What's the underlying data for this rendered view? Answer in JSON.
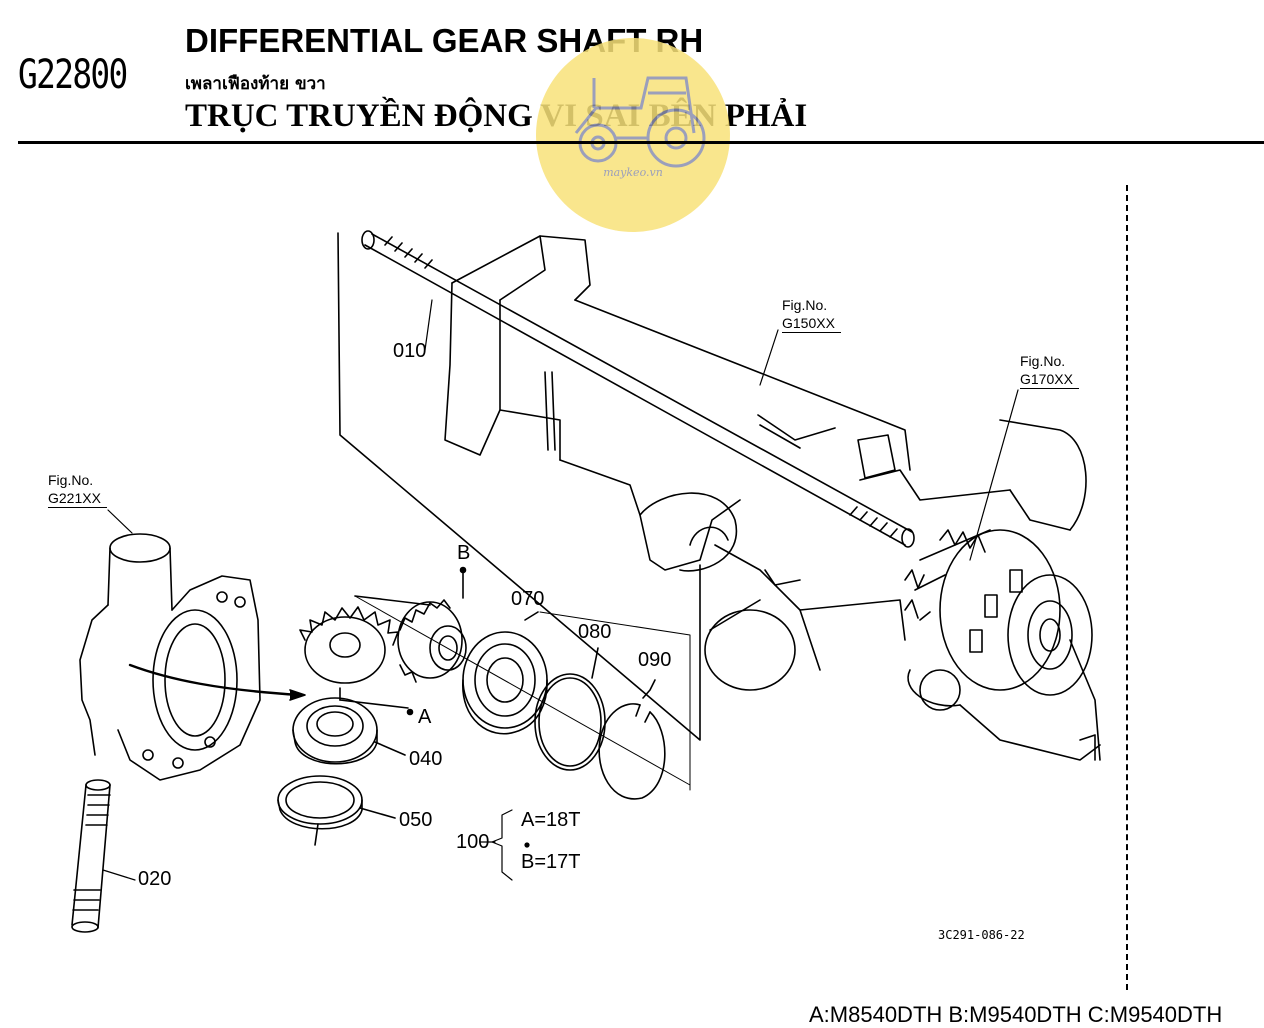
{
  "header": {
    "code": "G22800",
    "title_en": "DIFFERENTIAL GEAR SHAFT RH",
    "title_th": "เพลาเฟืองท้าย ขวา",
    "title_vi": "TRỤC TRUYỀN ĐỘNG VI SAI BÊN PHẢI"
  },
  "watermark": {
    "text": "maykeo.vn",
    "icon": "tractor-icon",
    "color": "#f8e27a"
  },
  "figure_refs": [
    {
      "label": "Fig.No.",
      "code": "G150XX"
    },
    {
      "label": "Fig.No.",
      "code": "G170XX"
    },
    {
      "label": "Fig.No.",
      "code": "G221XX"
    }
  ],
  "parts": {
    "p010": "010",
    "p020": "020",
    "p040": "040",
    "p050": "050",
    "p070": "070",
    "p080": "080",
    "p090": "090",
    "p100": "100"
  },
  "gear_marks": {
    "a": "A",
    "b": "B"
  },
  "teeth": {
    "a": "A=18T",
    "b": "B=17T"
  },
  "drawing_number": "3C291-086-22",
  "models": "A:M8540DTH B:M9540DTH C:M9540DTH"
}
